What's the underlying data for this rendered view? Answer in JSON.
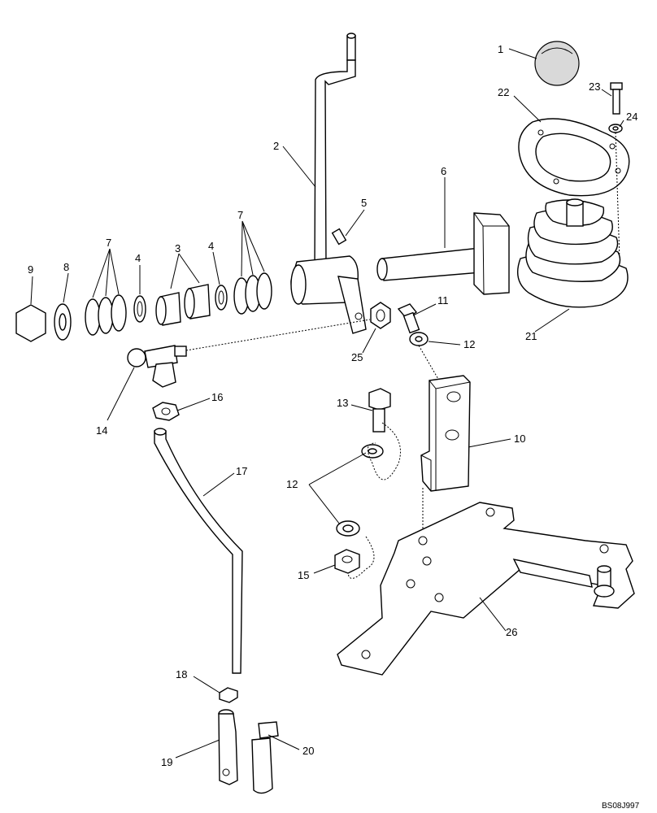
{
  "diagram": {
    "callouts": [
      "1",
      "2",
      "3",
      "4",
      "4",
      "5",
      "6",
      "7",
      "7",
      "8",
      "9",
      "10",
      "11",
      "12",
      "12",
      "13",
      "14",
      "15",
      "16",
      "17",
      "18",
      "19",
      "20",
      "21",
      "22",
      "23",
      "24",
      "25",
      "26"
    ],
    "drawing_code": "BS08J997"
  }
}
